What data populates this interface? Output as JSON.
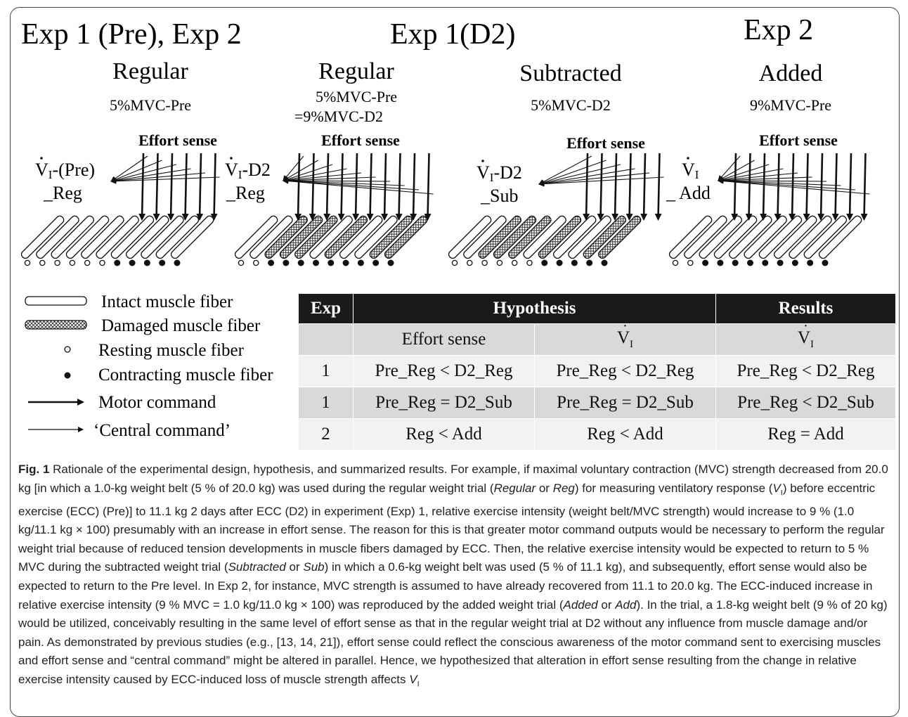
{
  "headers": {
    "exp1pre_exp2": "Exp 1 (Pre), Exp 2",
    "exp1d2": "Exp 1(D2)",
    "exp2": "Exp 2"
  },
  "panels": [
    {
      "trial": "Regular",
      "intensity_line1": "5%MVC-Pre",
      "intensity_line2": "",
      "effort": "Effort sense",
      "vi_label_line1": "V",
      "vi_sub": "I",
      "vi_suffix": "-(Pre)",
      "vi_label_line2": "_Reg",
      "fibers": [
        "intact",
        "intact",
        "intact",
        "intact",
        "intact",
        "intact",
        "intact",
        "intact",
        "intact",
        "intact",
        "intact"
      ],
      "state": [
        "rest",
        "rest",
        "rest",
        "rest",
        "rest",
        "rest",
        "contract",
        "contract",
        "contract",
        "contract",
        "contract"
      ]
    },
    {
      "trial": "Regular",
      "intensity_line1": "5%MVC-Pre",
      "intensity_line2": "=9%MVC-D2",
      "effort": "Effort sense",
      "vi_label_line1": "V",
      "vi_sub": "I",
      "vi_suffix": "-D2",
      "vi_label_line2": "_Reg",
      "fibers": [
        "intact",
        "intact",
        "damaged",
        "damaged",
        "damaged",
        "intact",
        "damaged",
        "intact",
        "intact",
        "damaged",
        "damaged"
      ],
      "state": [
        "rest",
        "rest",
        "contract",
        "contract",
        "contract",
        "contract",
        "contract",
        "contract",
        "contract",
        "contract",
        "contract"
      ]
    },
    {
      "trial": "Subtracted",
      "intensity_line1": "5%MVC-D2",
      "intensity_line2": "",
      "effort": "Effort sense",
      "vi_label_line1": "V",
      "vi_sub": "I",
      "vi_suffix": "-D2",
      "vi_label_line2": "_Sub",
      "fibers": [
        "intact",
        "intact",
        "damaged",
        "damaged",
        "damaged",
        "intact",
        "damaged",
        "intact",
        "intact",
        "damaged",
        "damaged"
      ],
      "state": [
        "rest",
        "rest",
        "rest",
        "rest",
        "rest",
        "rest",
        "contract",
        "contract",
        "contract",
        "contract",
        "contract"
      ]
    },
    {
      "trial": "Added",
      "intensity_line1": "9%MVC-Pre",
      "intensity_line2": "",
      "effort": "Effort sense",
      "vi_label_line1": "V",
      "vi_sub": "I",
      "vi_suffix": "",
      "vi_label_line2": "_ Add",
      "fibers": [
        "intact",
        "intact",
        "intact",
        "intact",
        "intact",
        "intact",
        "intact",
        "intact",
        "intact",
        "intact",
        "intact"
      ],
      "state": [
        "rest",
        "rest",
        "contract",
        "contract",
        "contract",
        "contract",
        "contract",
        "contract",
        "contract",
        "contract",
        "contract"
      ]
    }
  ],
  "legend": {
    "intact": "Intact muscle fiber",
    "damaged": "Damaged muscle fiber",
    "resting": "Resting muscle fiber",
    "contracting": "Contracting muscle fiber",
    "motor": "Motor command",
    "central": "‘Central command’"
  },
  "table": {
    "headers": {
      "exp": "Exp",
      "hypothesis": "Hypothesis",
      "results": "Results"
    },
    "subheaders": {
      "effort": "Effort sense",
      "vi": "V",
      "vi_sub": "I"
    },
    "rows": [
      {
        "exp": "1",
        "effort": "Pre_Reg < D2_Reg",
        "vi": "Pre_Reg < D2_Reg",
        "result": "Pre_Reg < D2_Reg"
      },
      {
        "exp": "1",
        "effort": "Pre_Reg = D2_Sub",
        "vi": "Pre_Reg = D2_Sub",
        "result": "Pre_Reg < D2_Sub"
      },
      {
        "exp": "2",
        "effort": "Reg < Add",
        "vi": "Reg < Add",
        "result": "Reg = Add"
      }
    ]
  },
  "caption": {
    "fig": "Fig. 1",
    "t1": " Rationale of the experimental design, hypothesis, and summarized results. For example, if maximal voluntary contraction (MVC) strength decreased from 20.0 kg [in which a 1.0-kg weight belt (5 % of 20.0 kg) was used during the regular weight trial (",
    "i1": "Regular",
    "t2": " or ",
    "i2": "Reg",
    "t3": ") for measuring ventilatory response (",
    "i3": "V",
    "i3sub": "I",
    "t4": ") before eccentric exercise (ECC) (Pre)] to 11.1 kg 2 days after ECC (D2) in experiment (Exp) 1, relative exercise intensity (weight belt/MVC strength) would increase to 9 % (1.0 kg/11.1 kg × 100) presumably with an increase in effort sense. The reason for this is that greater motor command outputs would be necessary to perform the regular weight trial because of reduced tension developments in muscle fibers damaged by ECC. Then, the relative exercise intensity would be expected to return to 5 % MVC during the subtracted weight trial (",
    "i4": "Subtracted",
    "t5": " or ",
    "i5": "Sub",
    "t6": ") in which a 0.6-kg weight belt was used (5 % of 11.1 kg), and subsequently, effort sense would also be expected to return to the Pre level. In Exp 2, for instance, MVC strength is assumed to have already recovered from 11.1 to 20.0 kg. The ECC-induced increase in relative exercise intensity (9 % MVC = 1.0 kg/11.0 kg × 100) was reproduced by the added weight trial (",
    "i6": "Added",
    "t7": " or ",
    "i7": "Add",
    "t8": "). In the trial, a 1.8-kg weight belt (9 % of 20 kg) would be utilized, conceivably resulting in the same level of effort sense as that in the regular weight trial at D2 without any influence from muscle damage and/or pain. As demonstrated by previous studies (e.g., [13, 14, 21]), effort sense could reflect the conscious awareness of the motor command sent to exercising muscles and effort sense and “central command” might be altered in parallel. Hence, we hypothesized that alteration in effort sense resulting from the change in relative exercise intensity caused by ECC-induced loss of muscle strength affects ",
    "i8": "V",
    "i8sub": "I"
  }
}
